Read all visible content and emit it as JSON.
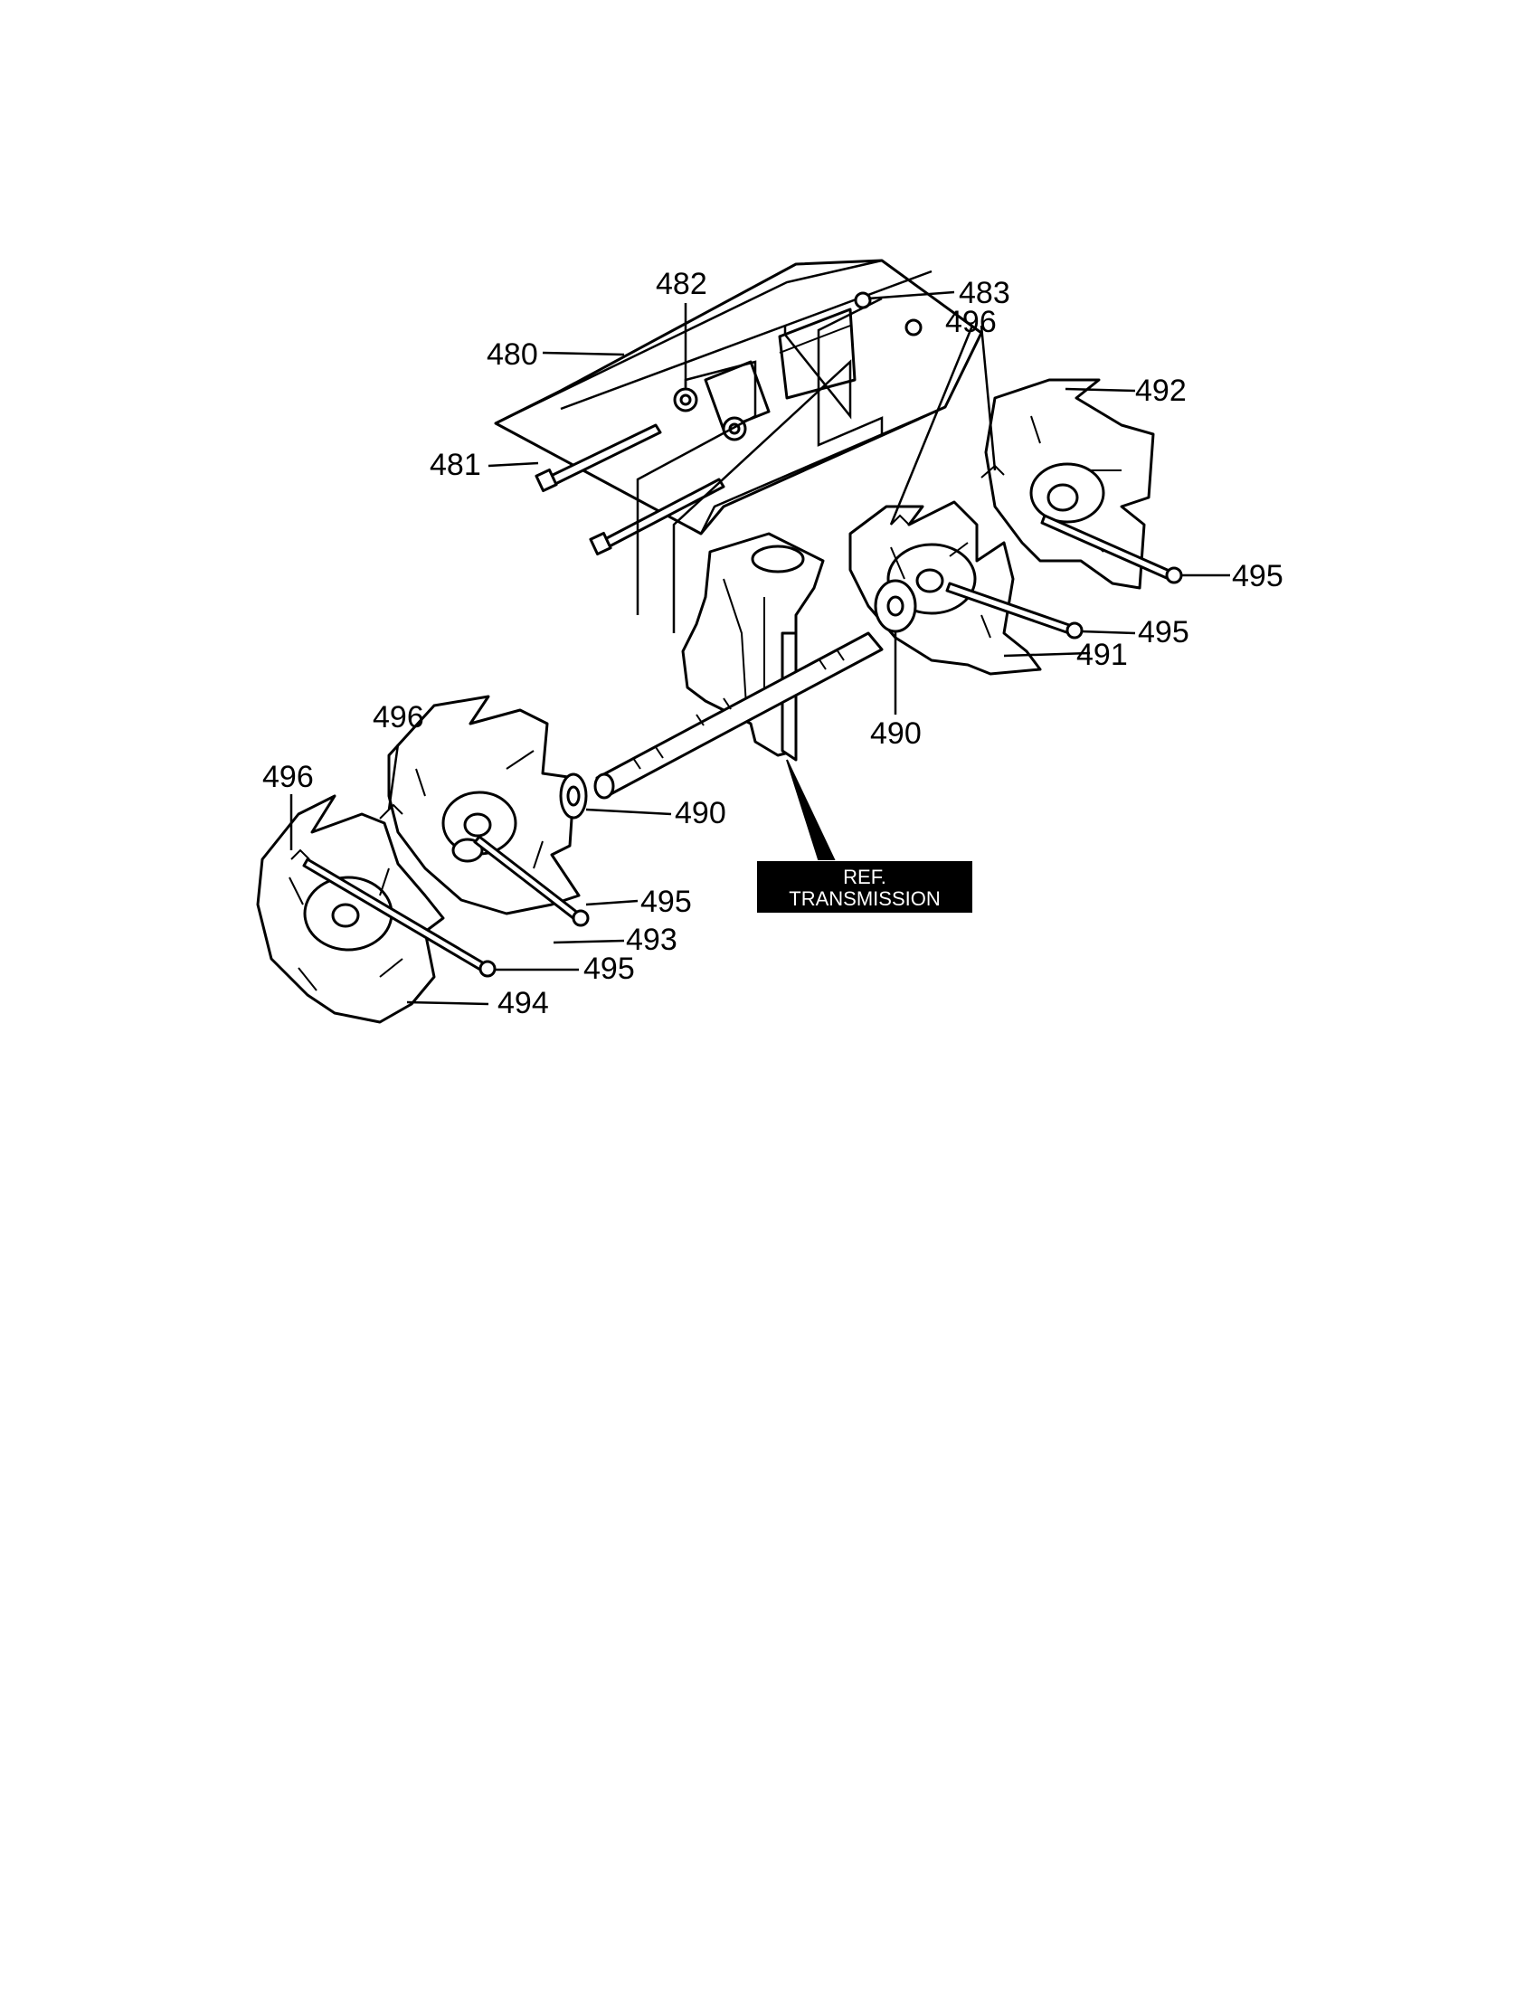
{
  "diagram": {
    "callouts": [
      {
        "id": "c480",
        "text": "480"
      },
      {
        "id": "c481",
        "text": "481"
      },
      {
        "id": "c482",
        "text": "482"
      },
      {
        "id": "c483",
        "text": "483"
      },
      {
        "id": "c496a",
        "text": "496"
      },
      {
        "id": "c492",
        "text": "492"
      },
      {
        "id": "c495a",
        "text": "495"
      },
      {
        "id": "c495b",
        "text": "495"
      },
      {
        "id": "c491",
        "text": "491"
      },
      {
        "id": "c490a",
        "text": "490"
      },
      {
        "id": "c496b",
        "text": "496"
      },
      {
        "id": "c496c",
        "text": "496"
      },
      {
        "id": "c490b",
        "text": "490"
      },
      {
        "id": "c495c",
        "text": "495"
      },
      {
        "id": "c493",
        "text": "493"
      },
      {
        "id": "c495d",
        "text": "495"
      },
      {
        "id": "c494",
        "text": "494"
      }
    ],
    "reference_box": {
      "line1": "REF.",
      "line2": "TRANSMISSION"
    }
  }
}
